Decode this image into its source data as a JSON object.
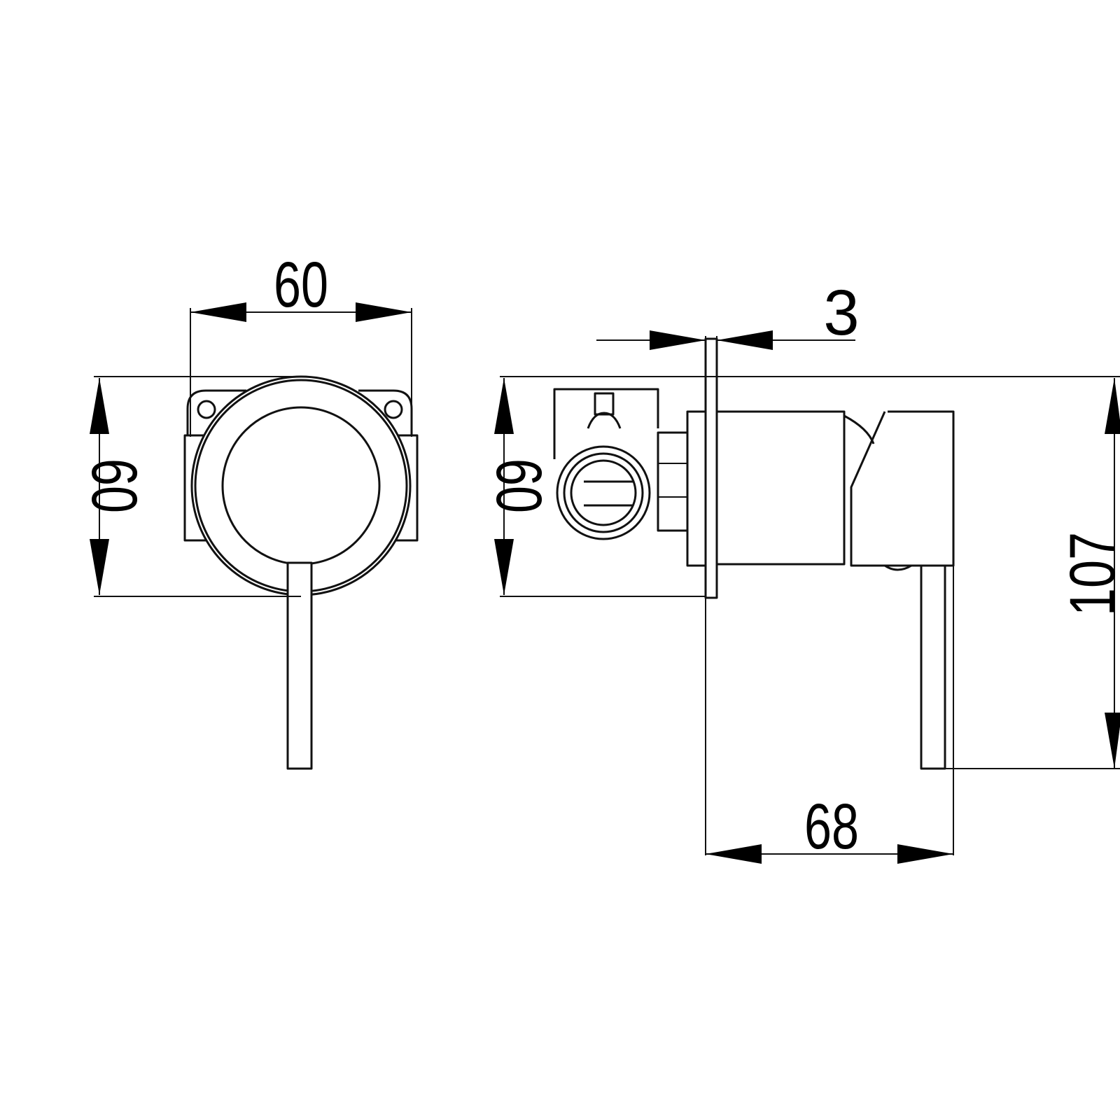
{
  "drawing": {
    "front_view": {
      "width_dimension": "60",
      "height_dimension": "60"
    },
    "side_view": {
      "plate_thickness_dimension": "3",
      "height_dimension": "60",
      "overall_height_dimension": "107",
      "projection_dimension": "68"
    },
    "colors": {
      "line": "#111111",
      "background": "#ffffff"
    }
  }
}
